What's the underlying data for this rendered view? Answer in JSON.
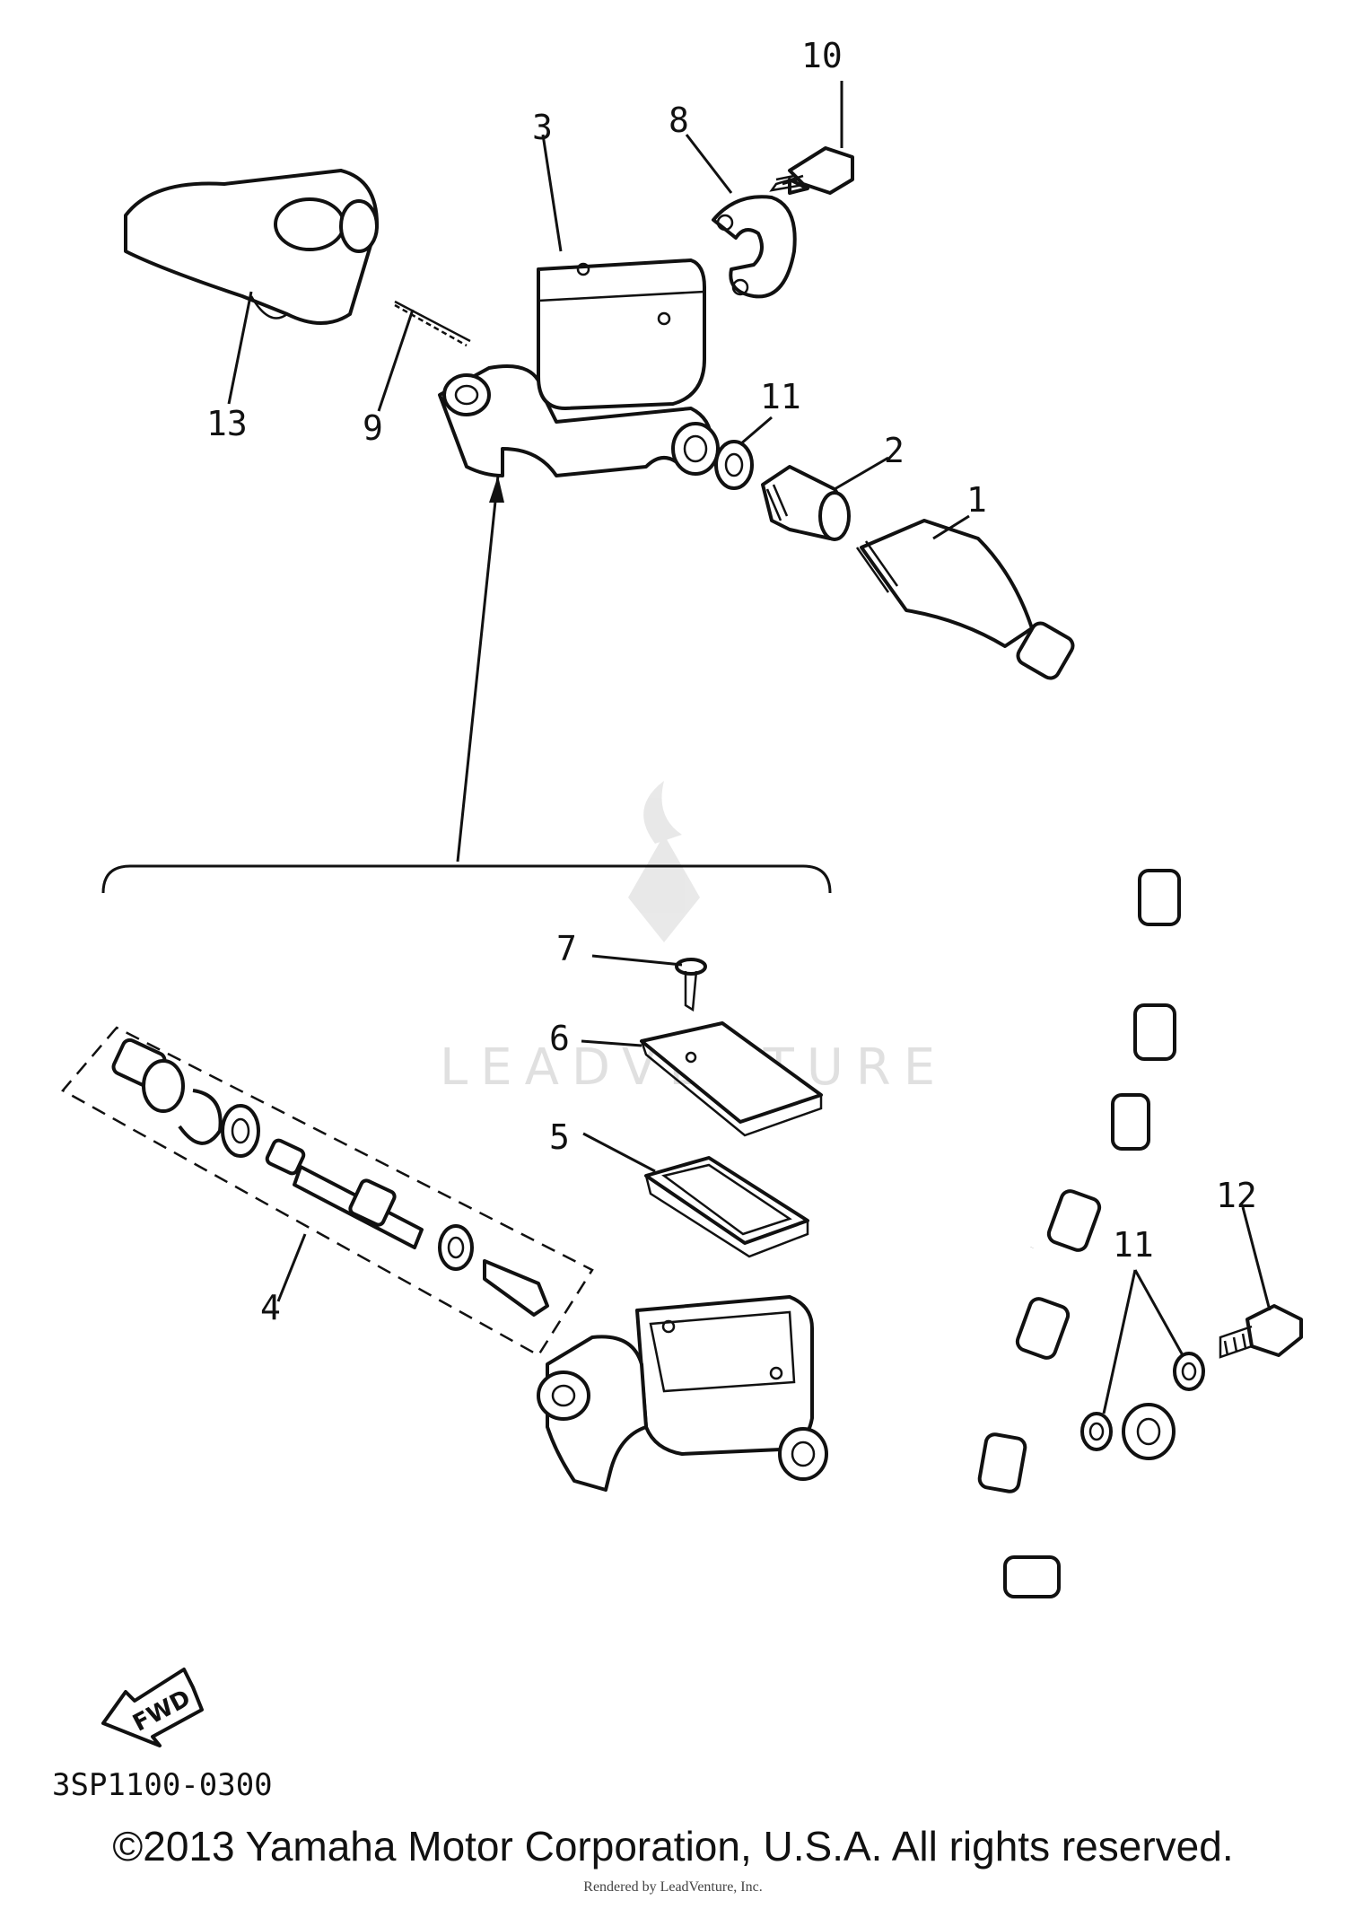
{
  "callouts": {
    "c1": "1",
    "c2": "2",
    "c3": "3",
    "c4": "4",
    "c5": "5",
    "c6": "6",
    "c7": "7",
    "c8": "8",
    "c9": "9",
    "c10": "10",
    "c11a": "11",
    "c11b": "11",
    "c12": "12",
    "c13": "13"
  },
  "fwd_label": "FWD",
  "diagram_code": "3SP1100-0300",
  "watermark": "LEADVENTURE",
  "copyright": "©2013 Yamaha Motor Corporation, U.S.A. All rights reserved.",
  "render_credit": "Rendered by LeadVenture, Inc."
}
